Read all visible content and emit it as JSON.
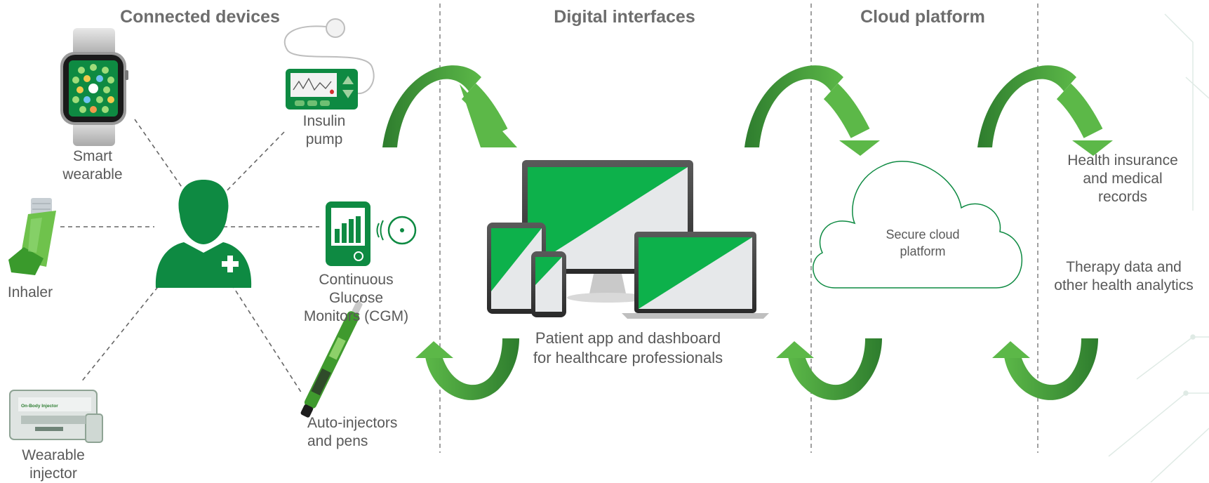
{
  "headers": {
    "devices": "Connected devices",
    "interfaces": "Digital interfaces",
    "cloud": "Cloud platform"
  },
  "devices": {
    "watch": [
      "Smart",
      "wearable"
    ],
    "pump": [
      "Insulin",
      "pump"
    ],
    "inhaler": [
      "Inhaler"
    ],
    "cgm": [
      "Continuous",
      "Glucose",
      "Monitors (CGM)"
    ],
    "injector": [
      "Wearable",
      "injector"
    ],
    "pen": [
      "Auto-injectors",
      "and pens"
    ]
  },
  "injector_brand": "On-Body Injector",
  "screens_caption": [
    "Patient app and dashboard",
    "for healthcare professionals"
  ],
  "cloud_label": [
    "Secure cloud",
    "platform"
  ],
  "outputs": {
    "insurance": [
      "Health insurance",
      "and medical",
      "records"
    ],
    "therapy": [
      "Therapy data and",
      "other health analytics"
    ]
  },
  "colors": {
    "green": "#0e8a42",
    "bright_green": "#0db14b",
    "arrow_dark": "#2e7d2e",
    "arrow_light": "#5cb848",
    "text": "#595959",
    "divider": "#888888"
  }
}
